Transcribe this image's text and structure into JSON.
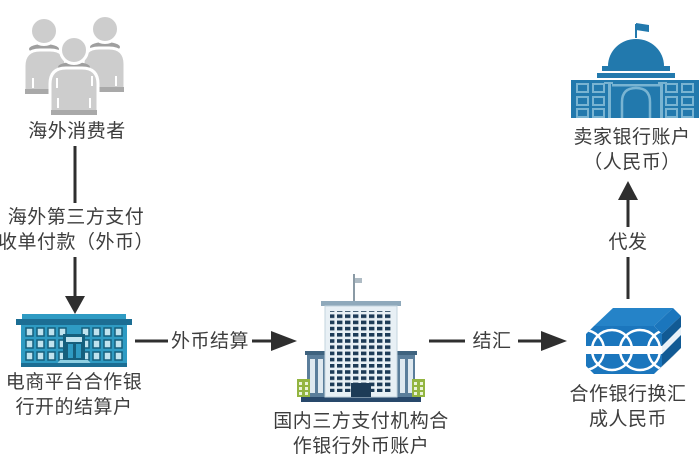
{
  "diagram": {
    "nodes": {
      "consumers": {
        "label": "海外消费者",
        "icon": "people-group-icon"
      },
      "platform_bank": {
        "label": "电商平台合作银\n行开的结算户",
        "icon": "bank-building-icon"
      },
      "domestic_bank": {
        "label": "国内三方支付机构合\n作银行外币账户",
        "icon": "skyscraper-icon"
      },
      "exchange": {
        "label": "合作银行换汇\n成人民币",
        "icon": "money-bundle-icon"
      },
      "seller_bank": {
        "label": "卖家银行账户\n（人民币）",
        "icon": "government-bank-icon"
      }
    },
    "edges": {
      "acquiring": {
        "from": "consumers",
        "to": "platform_bank",
        "label": "海外第三方支付\n收单付款（外币）",
        "direction": "down"
      },
      "fx_settlement": {
        "from": "platform_bank",
        "to": "domestic_bank",
        "label": "外币结算",
        "direction": "right"
      },
      "settle_fx": {
        "from": "domestic_bank",
        "to": "exchange",
        "label": "结汇",
        "direction": "right"
      },
      "distribution": {
        "from": "exchange",
        "to": "seller_bank",
        "label": "代发",
        "direction": "up"
      }
    },
    "colors": {
      "arrow": "#2f2f2f",
      "text": "#3d3d3d",
      "gov_bank_blue": "#2279ad",
      "bundle_blue": "#1b76bd",
      "platform_bank_blue": "#2f9bc3",
      "tower_facade": "#e8f0f5",
      "window_navy": "#1d3b57",
      "side_green": "#93b541",
      "people_gray": "#cdcdcd"
    }
  }
}
